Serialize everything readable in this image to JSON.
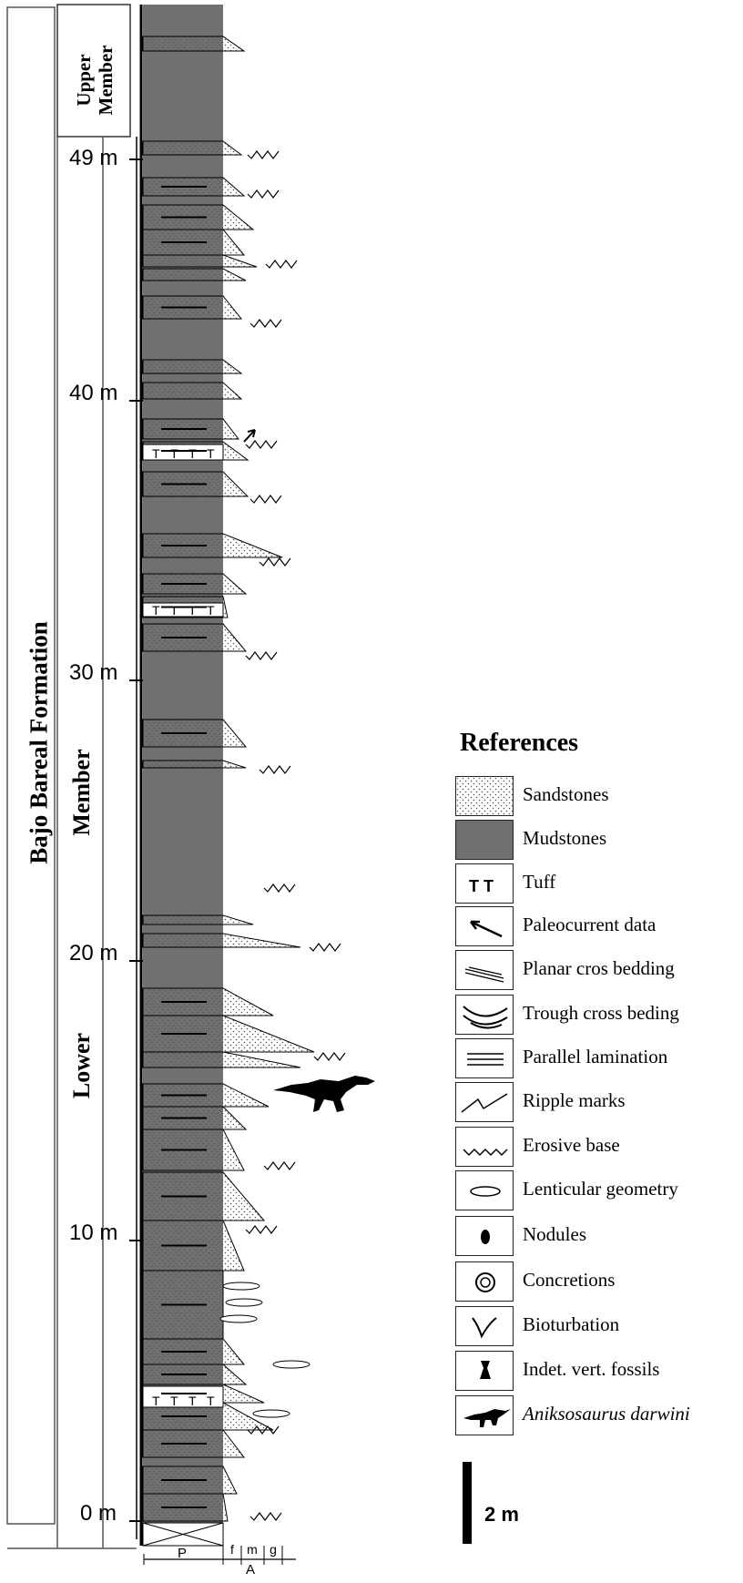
{
  "formation": {
    "label": "Bajo Bareal Formation"
  },
  "members": {
    "upper": "Upper Member",
    "lower_word": "Lower",
    "member_word": "Member"
  },
  "depth_ticks": [
    "49 m",
    "40 m",
    "30 m",
    "20 m",
    "10 m",
    "0 m"
  ],
  "grain_axis": {
    "p": "P",
    "f": "f",
    "m": "m",
    "g": "g",
    "a": "A"
  },
  "references": {
    "title": "References",
    "items": [
      {
        "key": "sandstones",
        "label": "Sandstones"
      },
      {
        "key": "mudstones",
        "label": "Mudstones"
      },
      {
        "key": "tuff",
        "label": "Tuff"
      },
      {
        "key": "paleocurrent",
        "label": "Paleocurrent data"
      },
      {
        "key": "planar",
        "label": "Planar cros bedding"
      },
      {
        "key": "trough",
        "label": "Trough cross beding"
      },
      {
        "key": "parallel",
        "label": "Parallel lamination"
      },
      {
        "key": "ripple",
        "label": "Ripple marks"
      },
      {
        "key": "erosive",
        "label": "Erosive base"
      },
      {
        "key": "lenticular",
        "label": "Lenticular geometry"
      },
      {
        "key": "nodules",
        "label": "Nodules"
      },
      {
        "key": "concretions",
        "label": "Concretions"
      },
      {
        "key": "bioturbation",
        "label": "Bioturbation"
      },
      {
        "key": "vertfossils",
        "label": "Indet. vert. fossils"
      },
      {
        "key": "aniksosaurus",
        "label": "Aniksosaurus darwini"
      }
    ]
  },
  "scale": {
    "label": "2 m"
  },
  "colors": {
    "sandstone": "#ffffff",
    "mudstone": "#707070",
    "line": "#000000"
  }
}
